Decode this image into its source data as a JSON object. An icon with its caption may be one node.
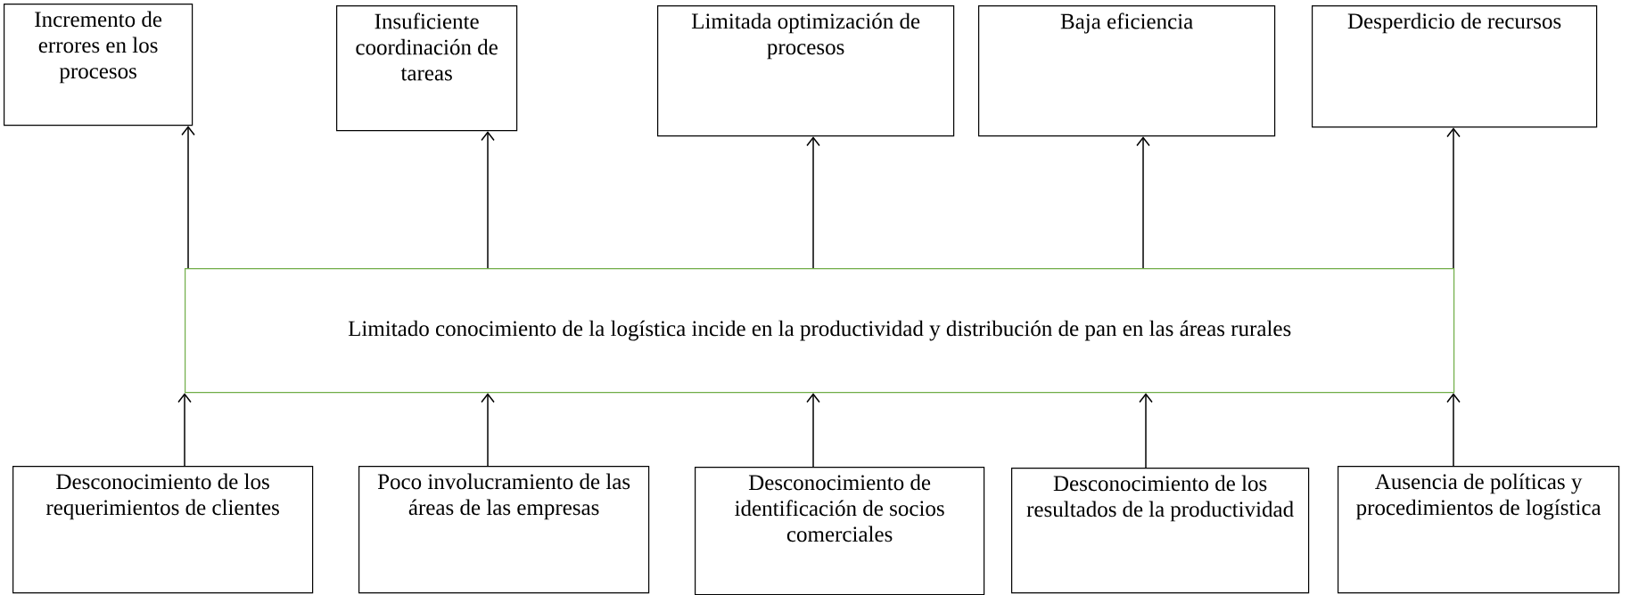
{
  "diagram": {
    "nodes": [
      {
        "text": [
          "Incremento de errores en los procesos"
        ]
      },
      {
        "text": [
          "Insuficiente coordinación de tareas"
        ]
      },
      {
        "text": [
          "Limitada optimización de procesos"
        ]
      },
      {
        "text": [
          "Baja eficiencia"
        ]
      },
      {
        "text": [
          "Desperdicio de recursos"
        ]
      },
      {
        "text": [
          "Limitado conocimiento de la logística incide en  la productividad y distribución de pan en las áreas rurales"
        ]
      },
      {
        "text": [
          "Desconocimiento de los requerimientos de clientes"
        ]
      },
      {
        "text": [
          "Poco involucramiento de las áreas de las empresas"
        ]
      },
      {
        "text": [
          "Desconocimiento de identificación de socios comerciales"
        ]
      },
      {
        "text": [
          "Desconocimiento de los resultados de la productividad"
        ]
      },
      {
        "text": [
          "Ausencia de políticas y procedimientos de logística"
        ]
      }
    ],
    "edges": [
      {
        "from": 5,
        "to": 0,
        "arrow": "to"
      },
      {
        "from": 5,
        "to": 1,
        "arrow": "to"
      },
      {
        "from": 5,
        "to": 2,
        "arrow": "to"
      },
      {
        "from": 5,
        "to": 3,
        "arrow": "to"
      },
      {
        "from": 5,
        "to": 4,
        "arrow": "to"
      },
      {
        "from": 6,
        "to": 5,
        "arrow": "to"
      },
      {
        "from": 7,
        "to": 5,
        "arrow": "to"
      },
      {
        "from": 8,
        "to": 5,
        "arrow": "to"
      },
      {
        "from": 9,
        "to": 5,
        "arrow": "to"
      },
      {
        "from": 10,
        "to": 5,
        "arrow": "to"
      }
    ]
  }
}
